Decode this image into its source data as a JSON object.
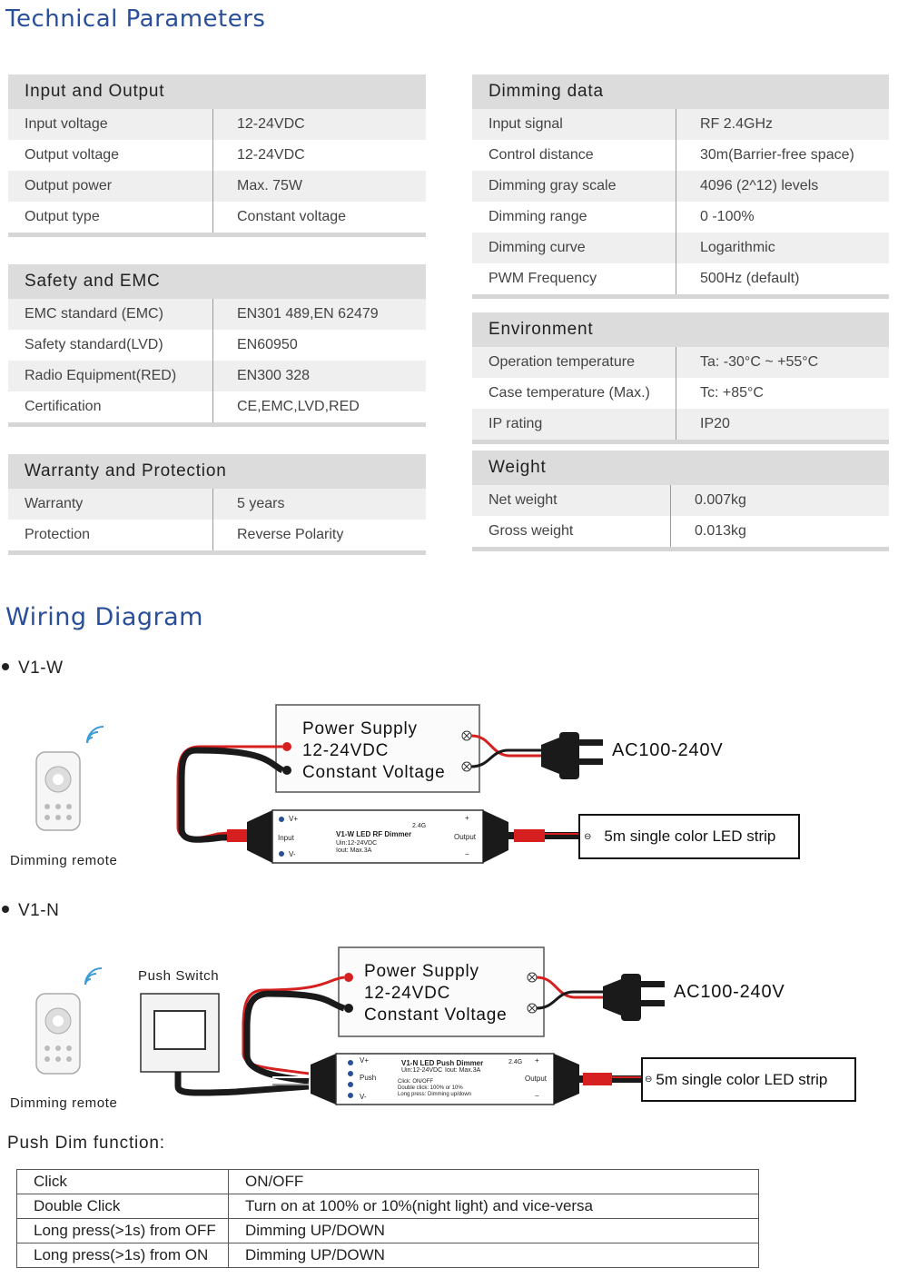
{
  "technical_parameters": {
    "title": "Technical Parameters",
    "input_output": {
      "title": "Input and Output",
      "rows": [
        {
          "key": "Input voltage",
          "value": "12-24VDC"
        },
        {
          "key": "Output voltage",
          "value": "12-24VDC"
        },
        {
          "key": "Output power",
          "value": "Max. 75W"
        },
        {
          "key": "Output type",
          "value": "Constant voltage"
        }
      ]
    },
    "safety_emc": {
      "title": "Safety and EMC",
      "rows": [
        {
          "key": "EMC standard (EMC)",
          "value": "EN301 489,EN 62479"
        },
        {
          "key": "Safety standard(LVD)",
          "value": "EN60950"
        },
        {
          "key": "Radio Equipment(RED)",
          "value": "EN300 328"
        },
        {
          "key": "Certification",
          "value": "CE,EMC,LVD,RED"
        }
      ]
    },
    "warranty_protection": {
      "title": "Warranty and Protection",
      "rows": [
        {
          "key": "Warranty",
          "value": "5 years"
        },
        {
          "key": "Protection",
          "value": "Reverse Polarity"
        }
      ]
    },
    "dimming_data": {
      "title": "Dimming data",
      "rows": [
        {
          "key": "Input signal",
          "value": "RF 2.4GHz"
        },
        {
          "key": "Control distance",
          "value": "30m(Barrier-free space)"
        },
        {
          "key": "Dimming gray scale",
          "value": "4096 (2^12) levels"
        },
        {
          "key": "Dimming range",
          "value": "0 -100%"
        },
        {
          "key": "Dimming curve",
          "value": "Logarithmic"
        },
        {
          "key": "PWM Frequency",
          "value": "500Hz (default)"
        }
      ]
    },
    "environment": {
      "title": "Environment",
      "rows": [
        {
          "key": "Operation temperature",
          "value": "Ta: -30°C ~ +55°C"
        },
        {
          "key": "Case temperature (Max.)",
          "value": "Tc: +85°C"
        },
        {
          "key": "IP rating",
          "value": "IP20"
        }
      ]
    },
    "weight": {
      "title": "Weight",
      "rows": [
        {
          "key": "Net weight",
          "value": "0.007kg"
        },
        {
          "key": "Gross weight",
          "value": "0.013kg"
        }
      ]
    }
  },
  "wiring": {
    "title": "Wiring Diagram",
    "v1w": {
      "label": "V1-W",
      "remote_label": "Dimming remote",
      "power_supply": [
        "Power Supply",
        "12-24VDC",
        "Constant Voltage"
      ],
      "ac": "AC100-240V",
      "strip": "5m single color LED strip",
      "device": {
        "vplus": "V+",
        "vminus": "V-",
        "input": "Input",
        "output": "Output",
        "plus": "+",
        "minus": "−",
        "model": "V1-W  LED RF Dimmer",
        "uin": "Uin:12-24VDC",
        "iout": "Iout: Max.3A",
        "rf": "2.4G"
      }
    },
    "v1n": {
      "label": "V1-N",
      "remote_label": "Dimming remote",
      "push_switch_label": "Push Switch",
      "power_supply": [
        "Power Supply",
        "12-24VDC",
        "Constant Voltage"
      ],
      "ac": "AC100-240V",
      "strip": "5m single color LED strip",
      "device": {
        "vplus": "V+",
        "vminus": "V-",
        "push": "Push",
        "output": "Output",
        "plus": "+",
        "minus": "−",
        "model": "V1-N  LED Push Dimmer",
        "uin": "Uin:12-24VDC",
        "iout": "Iout: Max.3A",
        "rf": "2.4G",
        "click": "Click: ON/OFF",
        "double": "Double click: 100% or 10%",
        "long": "Long press: Dimming up/down"
      }
    }
  },
  "push_dim": {
    "title": "Push Dim function:",
    "rows": [
      {
        "action": "Click",
        "result": "ON/OFF"
      },
      {
        "action": "Double Click",
        "result": "Turn on at 100% or 10%(night light) and vice-versa"
      },
      {
        "action": "Long press(>1s) from OFF",
        "result": "Dimming UP/DOWN"
      },
      {
        "action": "Long press(>1s) from ON",
        "result": "Dimming UP/DOWN"
      }
    ]
  },
  "colors": {
    "heading": "#2a4f9a",
    "wire_red": "#d62020",
    "wire_black": "#1a1a1a",
    "header_bg": "#dcdcdc",
    "row_alt": "#efefef"
  }
}
